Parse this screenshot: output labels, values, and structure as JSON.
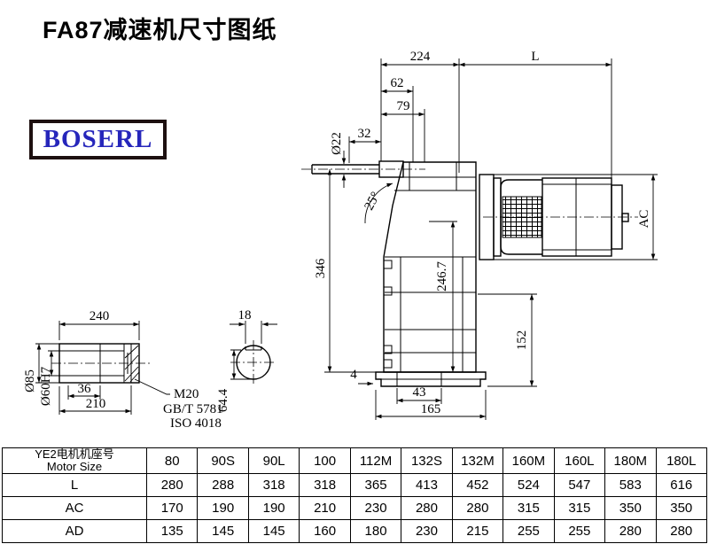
{
  "title": "FA87减速机尺寸图纸",
  "logo": "BOSERL",
  "drawing": {
    "d_224": "224",
    "d_L": "L",
    "d_62": "62",
    "d_79": "79",
    "d_32": "32",
    "d_o22": "Ø22",
    "d_25deg": "25°",
    "d_346": "346",
    "d_246_7": "246.7",
    "d_AC": "AC",
    "d_152": "152",
    "d_4": "4",
    "d_43": "43",
    "d_165": "165",
    "d_240": "240",
    "d_18": "18",
    "d_o85": "Ø85",
    "d_o60h7": "Ø60H7",
    "d_36": "36",
    "d_210": "210",
    "bolt_spec_1": "M20",
    "bolt_spec_2": "GB/T 5781",
    "bolt_spec_3": "ISO 4018",
    "d_64_4": "64.4"
  },
  "table": {
    "header_col": {
      "line1": "YE2电机机座号",
      "line2": "Motor Size"
    },
    "columns": [
      "80",
      "90S",
      "90L",
      "100",
      "112M",
      "132S",
      "132M",
      "160M",
      "160L",
      "180M",
      "180L"
    ],
    "rows": [
      {
        "label": "L",
        "values": [
          "280",
          "288",
          "318",
          "318",
          "365",
          "413",
          "452",
          "524",
          "547",
          "583",
          "616"
        ]
      },
      {
        "label": "AC",
        "values": [
          "170",
          "190",
          "190",
          "210",
          "230",
          "280",
          "280",
          "315",
          "315",
          "350",
          "350"
        ]
      },
      {
        "label": "AD",
        "values": [
          "135",
          "145",
          "145",
          "160",
          "180",
          "230",
          "215",
          "255",
          "255",
          "280",
          "280"
        ]
      }
    ]
  }
}
